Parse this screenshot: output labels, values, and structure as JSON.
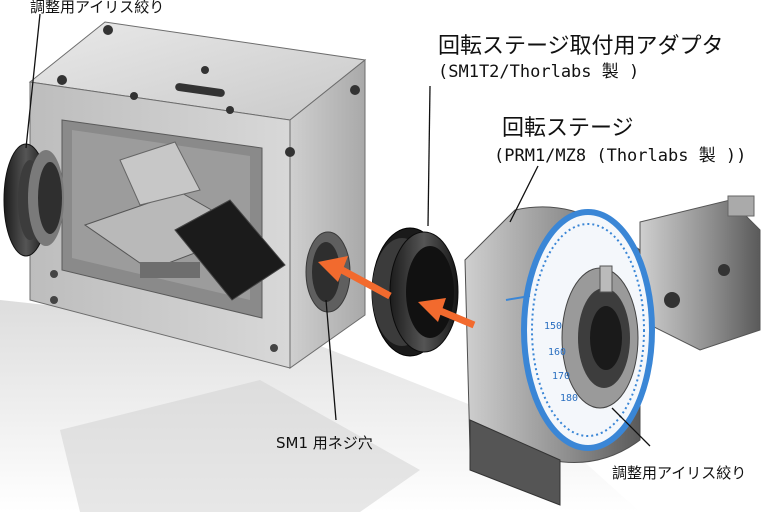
{
  "labels": {
    "iris_top_left": "調整用アイリス絞り",
    "adapter_title": "回転ステージ取付用アダプタ",
    "adapter_part": "(SM1T2/Thorlabs 製 )",
    "stage_title": "回転ステージ",
    "stage_part": "(PRM1/MZ8 (Thorlabs 製 ))",
    "sm1_thread": "SM1 用ネジ穴",
    "iris_bottom_right": "調整用アイリス絞り"
  },
  "dial_numbers": [
    "150",
    "160",
    "170",
    "180"
  ],
  "colors": {
    "arrow": "#f26a2e",
    "dial_scale": "#3a86d6",
    "metal_light": "#dcdcdc",
    "metal_dark": "#2a2a2a"
  },
  "icons": [
    "orange-arrow-icon",
    "leader-line-icon"
  ]
}
